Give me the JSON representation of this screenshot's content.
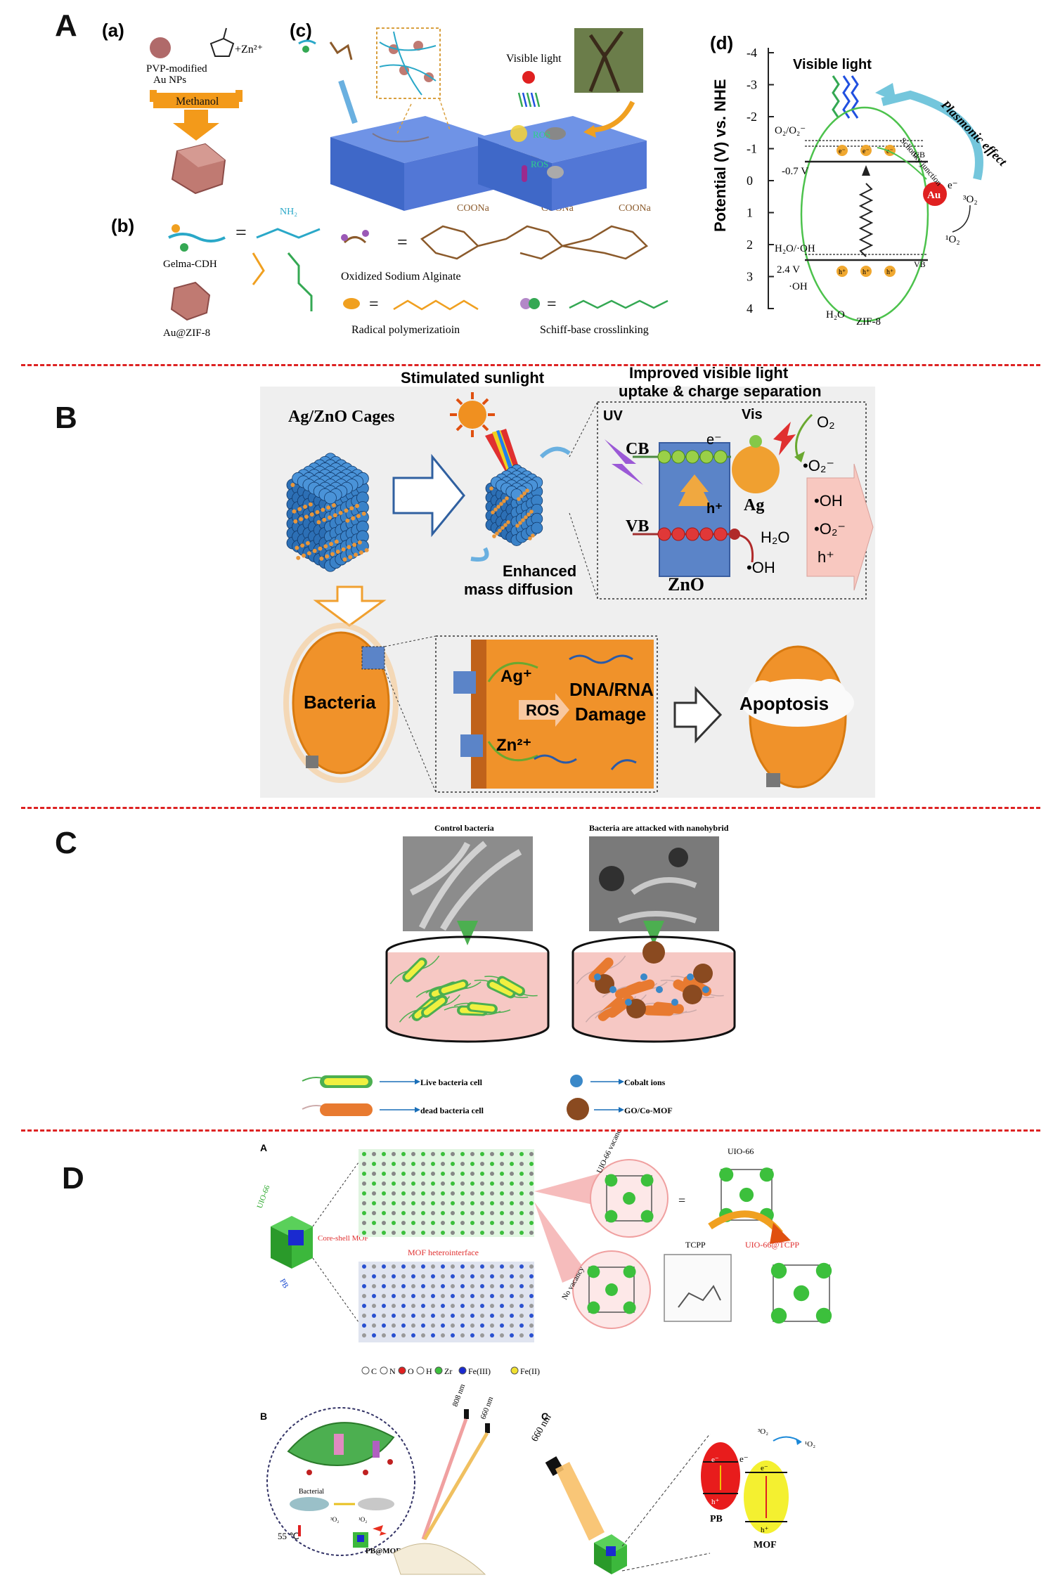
{
  "panelA": {
    "letter": "A",
    "sub_a": "(a)",
    "sub_b": "(b)",
    "sub_c": "(c)",
    "sub_d": "(d)",
    "pvp_label_1": "PVP-modified",
    "pvp_label_2": "Au NPs",
    "zinc": "+Zn²⁺",
    "methanol": "Methanol",
    "visible_light_c": "Visible light",
    "ros": "ROS",
    "gelma": "Gelma-CDH",
    "au_zif": "Au@ZIF-8",
    "oxidized": "Oxidized  Sodium Alginate",
    "coona": "COONa",
    "radical": "Radical polymerizatioin",
    "schiff": "Schiff-base crosslinking",
    "equals": "=",
    "d_visible": "Visible light",
    "d_ylabel": "Potential (V) vs. NHE",
    "d_yticks": [
      "-4",
      "-3",
      "-2",
      "-1",
      "0",
      "1",
      "2",
      "3",
      "4"
    ],
    "d_o2": "O₂/O₂⁻",
    "d_cb": "CB",
    "d_vb": "VB",
    "d_m07": "-0.7 V",
    "d_24": "2.4 V",
    "d_h2ooh": "H₂O/·OH",
    "d_oh": "·OH",
    "d_h2o": "H₂O",
    "d_zif": "ZIF-8",
    "d_au": "Au",
    "d_e": "e⁻",
    "d_3o2": "³O₂",
    "d_1o2": "¹O₂",
    "d_plasmonic": "Plasmonic effect",
    "d_schottky": "Schottky junction",
    "d_ecb": "e⁻",
    "d_hvb": "h⁺"
  },
  "panelB": {
    "letter": "B",
    "stim": "Stimulated sunlight",
    "improved_1": "Improved visible light",
    "improved_2": "uptake & charge separation",
    "cages": "Ag/ZnO Cages",
    "enhanced_1": "Enhanced",
    "enhanced_2": "mass diffusion",
    "uv": "UV",
    "vis": "Vis",
    "cb": "CB",
    "vb": "VB",
    "e": "e⁻",
    "h": "h⁺",
    "ag": "Ag",
    "zno": "ZnO",
    "o2": "O₂",
    "o2m": "•O₂⁻",
    "h2o": "H₂O",
    "oh": "•OH",
    "out_oh": "•OH",
    "out_o2": "•O₂⁻",
    "out_h": "h⁺",
    "bacteria": "Bacteria",
    "agp": "Ag⁺",
    "zn2": "Zn²⁺",
    "ros": "ROS",
    "dna1": "DNA/RNA",
    "dna2": "Damage",
    "apoptosis": "Apoptosis"
  },
  "panelC": {
    "letter": "C",
    "control": "Control bacteria",
    "attacked": "Bacteria are attacked with nanohybrid",
    "live": "Live bacteria cell",
    "dead": "dead bacteria cell",
    "cobalt": "Cobalt ions",
    "gocomof": "GO/Co-MOF"
  },
  "panelD": {
    "letter": "D",
    "subA": "A",
    "subB": "B",
    "subC": "C",
    "uio66": "UIO-66",
    "coreshell": "Core-shell MOF",
    "pb": "PB",
    "heterointerface": "MOF heterointerface",
    "vacancy": "UIO-66 vacancy",
    "novacancy": "No vacancy",
    "uio66_r": "UIO-66",
    "tcpp": "TCPP",
    "uio66tcpp": "UIO-66@TCPP",
    "eq": "=",
    "legend": [
      "C",
      "N",
      "O",
      "H",
      "Zr",
      "Fe(III)",
      "Fe(II)"
    ],
    "bacterial": "Bacterial",
    "temp": "55 ℃",
    "pbmof": "PB@MOF",
    "nm808": "808 nm",
    "nm660": "660 nm",
    "nm660c": "660 nm",
    "o2_3": "³O₂",
    "o2_1": "¹O₂",
    "c_3o2": "³O₂",
    "c_1o2": "¹O₂",
    "c_e1": "e⁻",
    "c_e2": "e⁻",
    "c_e3": "e⁻",
    "c_h1": "h⁺",
    "c_h2": "h⁺",
    "c_pb": "PB",
    "c_mof": "MOF"
  }
}
